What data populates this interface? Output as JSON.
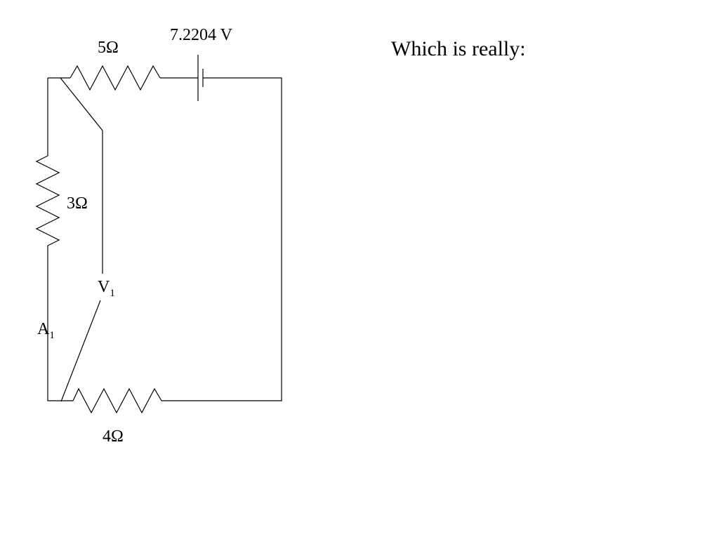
{
  "diagram": {
    "battery": {
      "label": "7.2204 V"
    },
    "resistors": {
      "top": {
        "label": "5Ω"
      },
      "left": {
        "label": "3Ω"
      },
      "bottom": {
        "label": "4Ω"
      }
    },
    "voltmeter": {
      "letter": "V",
      "subscript": "1"
    },
    "ammeter": {
      "letter": "A",
      "subscript": "1"
    }
  },
  "side_note": {
    "text": "Which is really:"
  },
  "colors": {
    "line": "#000000",
    "background": "#ffffff"
  }
}
